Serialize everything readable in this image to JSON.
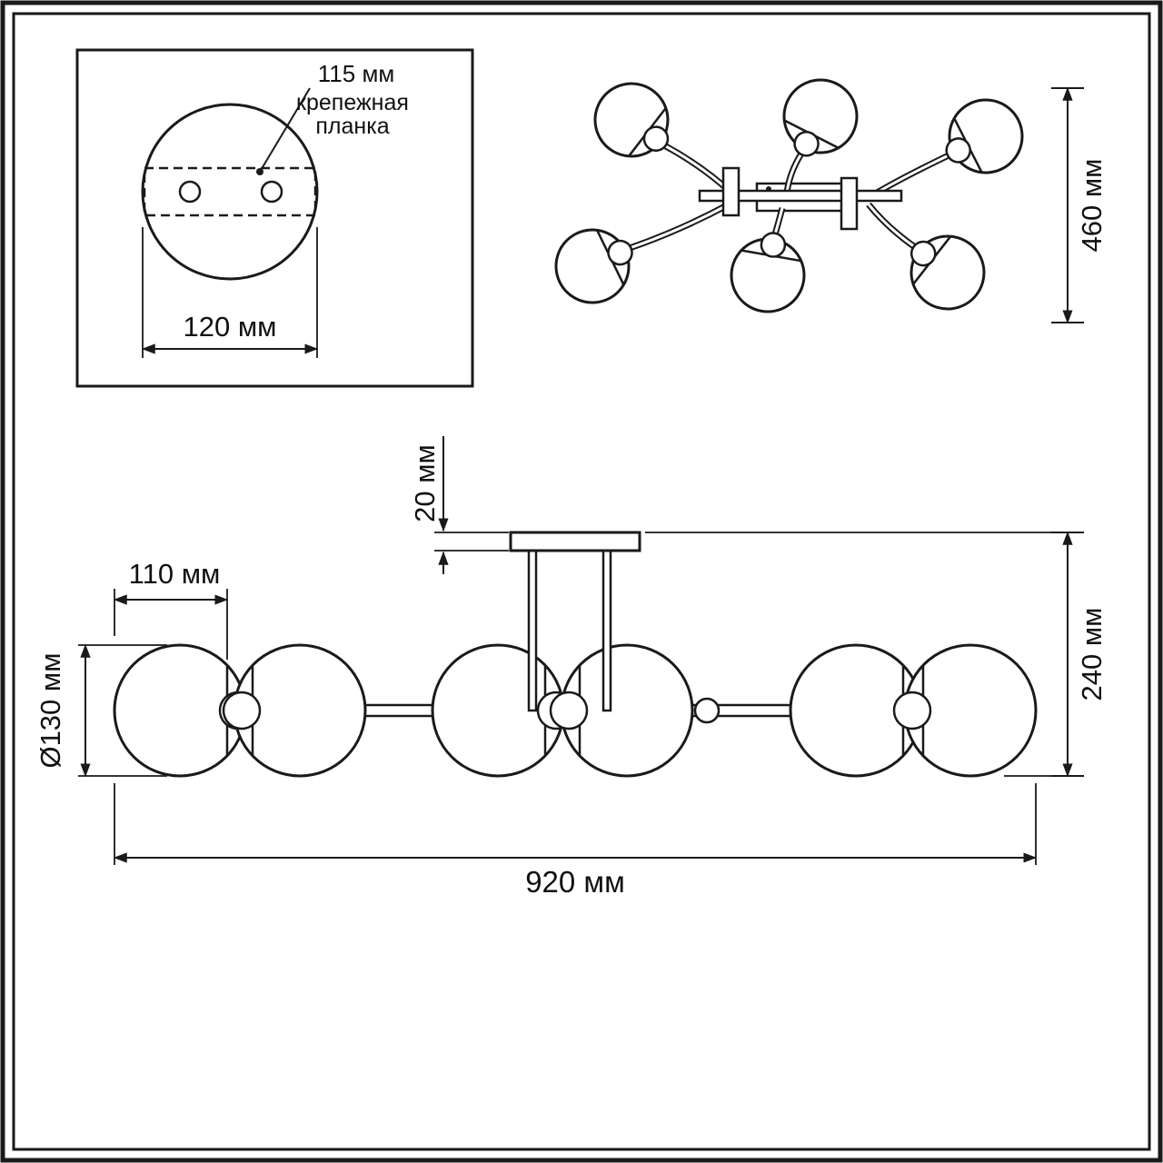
{
  "drawing": {
    "mount_detail": {
      "hole_spacing": "115 мм",
      "bracket_line1": "крепежная",
      "bracket_line2": "планка",
      "base_width": "120 мм"
    },
    "top_view": {
      "span": "460 мм"
    },
    "side_view": {
      "canopy_height": "20 мм",
      "shade_width": "110 мм",
      "shade_diameter": "Ø130 мм",
      "total_height": "240 мм",
      "total_width": "920 мм"
    }
  }
}
